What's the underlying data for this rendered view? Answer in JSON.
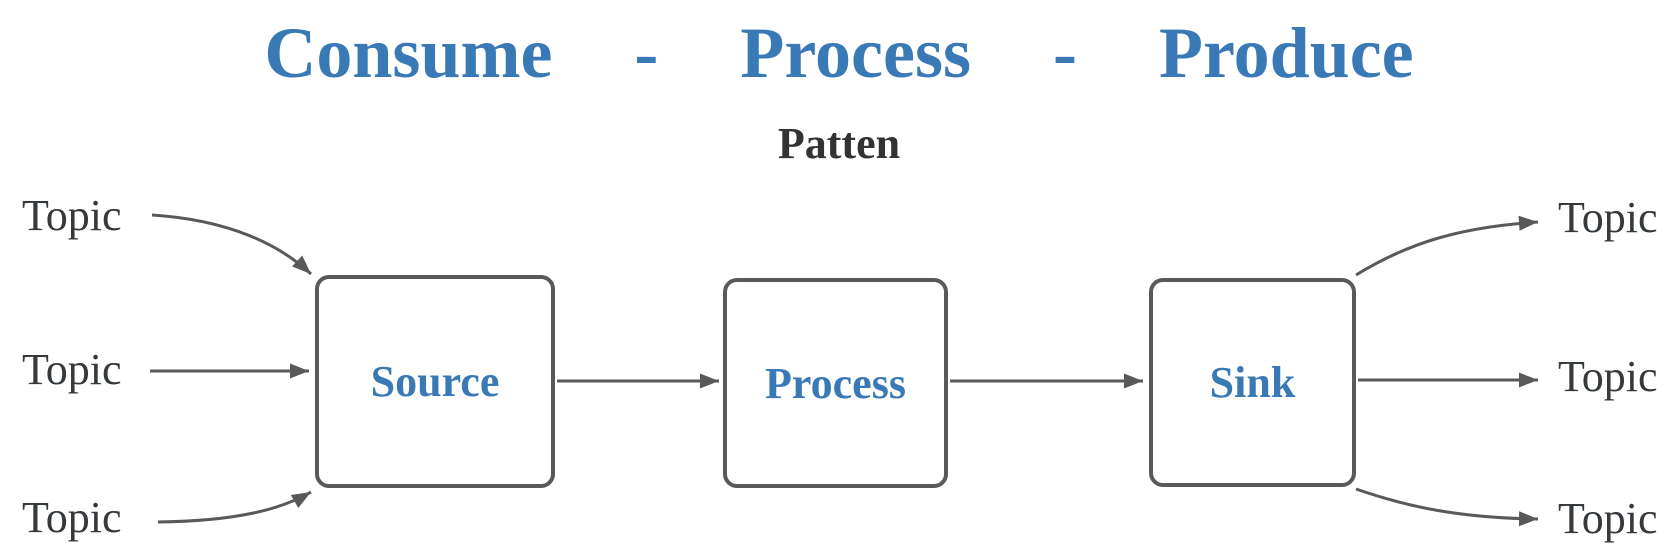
{
  "title": "Consume - Process - Produce",
  "subtitle": "Patten",
  "nodes": [
    {
      "id": "source",
      "label": "Source"
    },
    {
      "id": "process",
      "label": "Process"
    },
    {
      "id": "sink",
      "label": "Sink"
    }
  ],
  "input_topics": [
    "Topic",
    "Topic",
    "Topic"
  ],
  "output_topics": [
    "Topic",
    "Topic",
    "Topic"
  ],
  "edges": [
    {
      "from": "input-topic-1",
      "to": "source"
    },
    {
      "from": "input-topic-2",
      "to": "source"
    },
    {
      "from": "input-topic-3",
      "to": "source"
    },
    {
      "from": "source",
      "to": "process"
    },
    {
      "from": "process",
      "to": "sink"
    },
    {
      "from": "sink",
      "to": "output-topic-1"
    },
    {
      "from": "sink",
      "to": "output-topic-2"
    },
    {
      "from": "sink",
      "to": "output-topic-3"
    }
  ],
  "colors": {
    "accent": "#3979b6",
    "stroke": "#595959",
    "text": "#35393c"
  }
}
